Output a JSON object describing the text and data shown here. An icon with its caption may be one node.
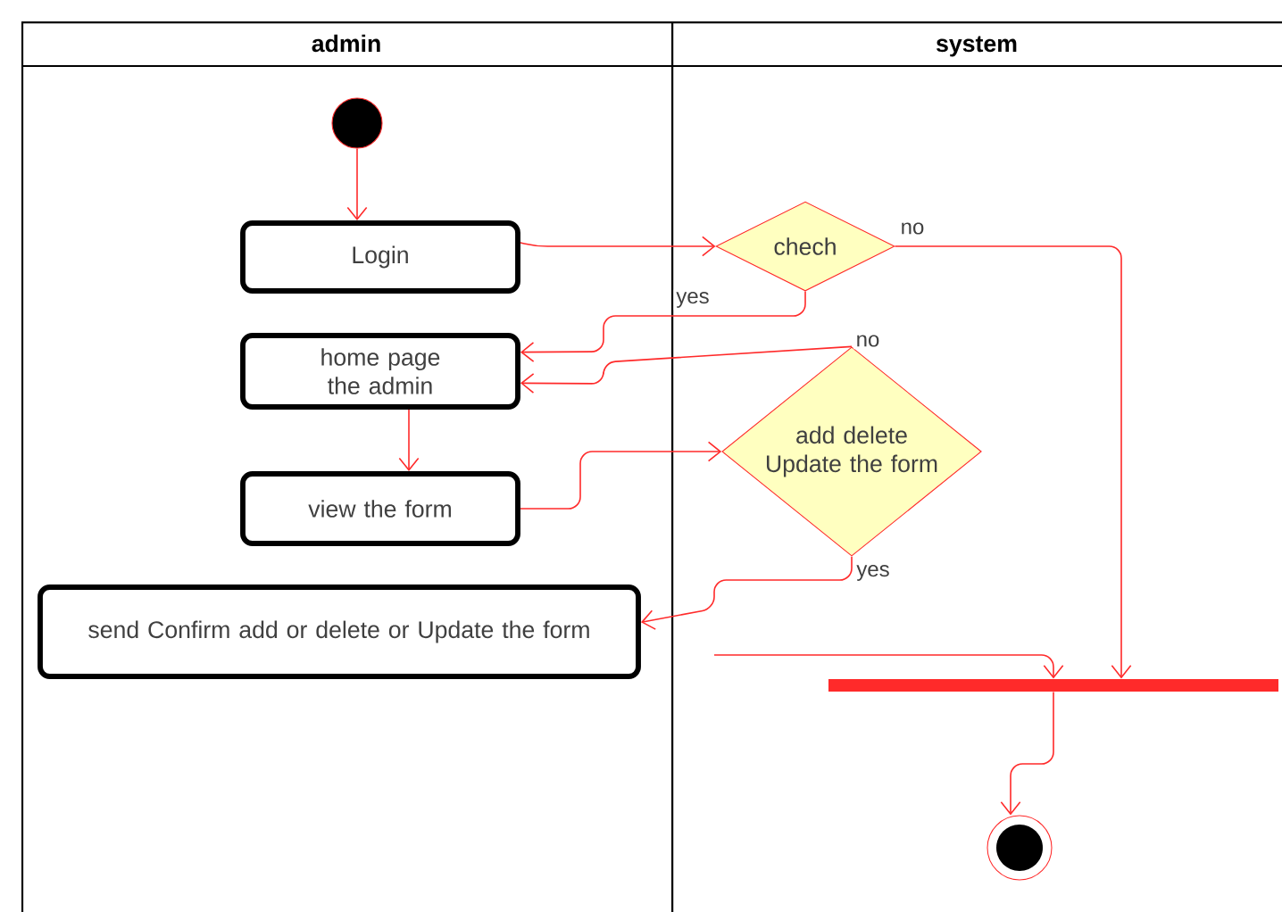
{
  "diagram": {
    "nodes": [
      {
        "text": [
          "admin"
        ]
      },
      {
        "text": [
          "system"
        ]
      },
      {
        "text": [],
        "shape": "circle",
        "in": 0
      },
      {
        "text": [
          "Login"
        ],
        "in": 0
      },
      {
        "text": [
          "chech"
        ],
        "in": 1
      },
      {
        "text": [
          "home page the admin"
        ],
        "in": 0
      },
      {
        "text": [
          "add delete Update the form"
        ],
        "in": 1
      },
      {
        "text": [
          "view the form"
        ],
        "in": 0
      },
      {
        "text": [
          "send Confirm add or delete or Update the form"
        ],
        "in": 0
      },
      {
        "text": [],
        "shape": "bar",
        "in": 1
      },
      {
        "text": [],
        "shape": "circle",
        "in": 1
      }
    ],
    "edges": [
      {
        "from": 2,
        "to": 3,
        "arrow": "to"
      },
      {
        "from": 3,
        "to": 4,
        "arrow": "to"
      },
      {
        "from": 4,
        "to": 5,
        "arrow": "to",
        "label": "yes"
      },
      {
        "from": 4,
        "to": 9,
        "arrow": "to",
        "label": "no"
      },
      {
        "from": 6,
        "to": 5,
        "arrow": "to",
        "label": "no"
      },
      {
        "from": 5,
        "to": 7,
        "arrow": "to"
      },
      {
        "from": 7,
        "to": 6,
        "arrow": "to"
      },
      {
        "from": 6,
        "to": 8,
        "arrow": "to",
        "label": "yes"
      },
      {
        "from": null,
        "to": 9,
        "arrow": "to"
      },
      {
        "from": 9,
        "to": 10,
        "arrow": "to"
      }
    ]
  }
}
